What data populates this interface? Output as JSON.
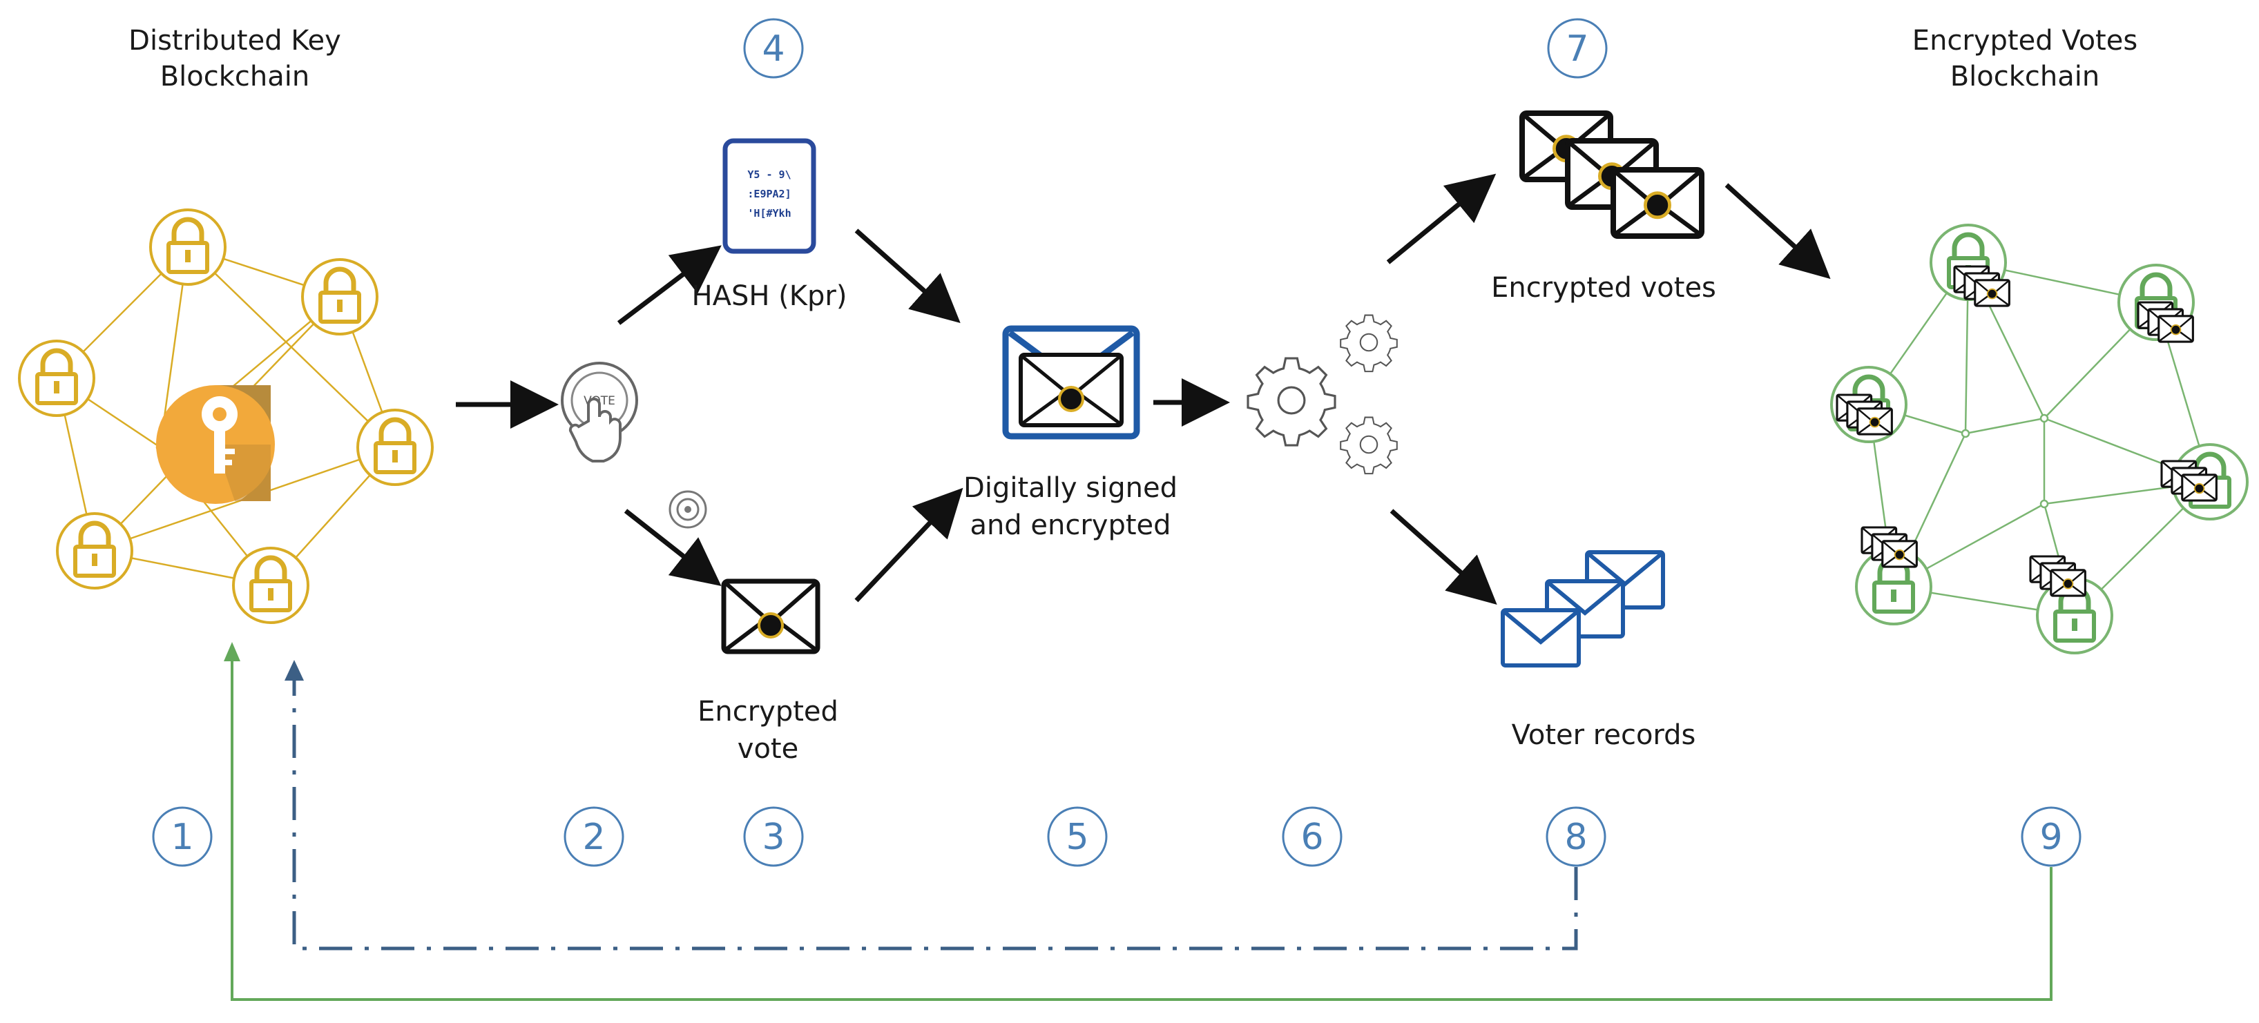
{
  "labels": {
    "distributed_key_line1": "Distributed Key",
    "distributed_key_line2": "Blockchain",
    "hash": "HASH (Kpr)",
    "encrypted_vote_line1": "Encrypted",
    "encrypted_vote_line2": "vote",
    "signed_line1": "Digitally signed",
    "signed_line2": "and encrypted",
    "encrypted_votes": "Encrypted votes",
    "voter_records": "Voter records",
    "enc_blockchain_line1": "Encrypted Votes",
    "enc_blockchain_line2": "Blockchain"
  },
  "vote_button_text": "VOTE",
  "hash_doc_lines": [
    "Y5 - 9\\",
    ":E9PA2]",
    "'H[#Ykh"
  ],
  "step_numbers": [
    "1",
    "2",
    "3",
    "4",
    "5",
    "6",
    "7",
    "8",
    "9"
  ],
  "colors": {
    "gold": "#d9ac25",
    "key_circle": "#f2a93b",
    "key_shadow": "#b78b3c",
    "blue": "#1f5aa6",
    "step_blue": "#4a7fb5",
    "green": "#63a85a",
    "dash_blue": "#3c5f85",
    "black": "#111111"
  },
  "icons": [
    "lock-icon",
    "key-icon",
    "vote-button-icon",
    "hash-document-icon",
    "envelope-icon",
    "gear-icon",
    "fingerprint-icon"
  ]
}
